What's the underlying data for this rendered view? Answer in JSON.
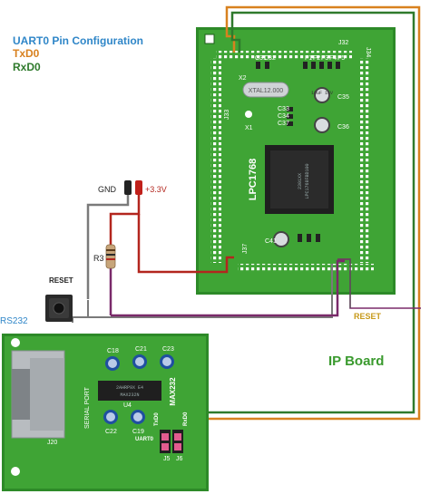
{
  "legend": {
    "title": "UART0 Pin Configuration",
    "txd": "TxD0",
    "rxd": "RxD0"
  },
  "power": {
    "gnd": "GND",
    "vcc": "+3.3V"
  },
  "resistor": "R3",
  "reset_button": "RESET",
  "reset_wire_label": "RESET",
  "rs232_label": "RS232",
  "ip_board_label": "IP Board",
  "main_board": {
    "mcu_label": "LPC1768",
    "mcu_marking_1": "LPC1768FBD100",
    "mcu_marking_2": "2301XX",
    "crystal": "XTAL12.000",
    "cap_marking": "10uF 16V",
    "headers": {
      "j32": "J32",
      "j33": "J33",
      "j34": "J34",
      "j37": "J37"
    },
    "parts": {
      "x1": "X1",
      "x2": "X2",
      "c31": "C31",
      "c32": "C32",
      "c33": "C33",
      "c34": "C34",
      "c35": "C35",
      "c36": "C36",
      "c37": "C37",
      "c41": "C41",
      "f1": "F1",
      "f2": "F2",
      "f3": "F3",
      "f4": "F4",
      "f5": "F5"
    }
  },
  "serial_board": {
    "title": "SERIAL PORT",
    "ic_label": "MAX232",
    "ic_marking_1": "2AHRP9X  E4",
    "ic_marking_2": "MAX232N",
    "u4": "U4",
    "connector": "J20",
    "uart0": "UART0",
    "txd0": "TxD0",
    "rxd0": "RxD0",
    "caps": {
      "c18": "C18",
      "c21": "C21",
      "c23": "C23",
      "c22": "C22",
      "c19": "C19"
    },
    "jumpers": {
      "j5": "J5",
      "j6": "J6"
    }
  },
  "colors": {
    "pcb": "#3fa435",
    "pcb_edge": "#2d8a28",
    "tx_wire": "#d8811f",
    "rx_wire": "#2f7a2c",
    "vcc_wire": "#b3261e",
    "gnd_wire": "#7a7a7a",
    "reset_wire": "#7a2a6a"
  }
}
